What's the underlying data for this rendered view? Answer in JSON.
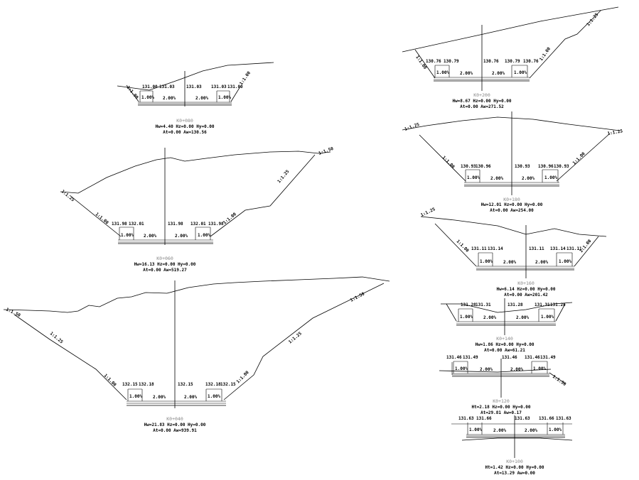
{
  "sections": [
    {
      "id": "k0-080",
      "station": "K0+080",
      "info1": "Hw=4.40 Hz=0.00 Hy=0.00",
      "info2": "At=0.00 Aw=130.56",
      "slope_left": "1:1.00",
      "slope_right": "1:1.00",
      "elevations": [
        "131.00",
        "131.03",
        "131.03",
        "131.03",
        "131.00"
      ],
      "grades": [
        "1.00%",
        "2.00%",
        "2.00%",
        "1.00%"
      ]
    },
    {
      "id": "k0-060",
      "station": "K0+060",
      "info1": "Hw=16.13 Hz=0.00 Hy=0.00",
      "info2": "At=0.00 Aw=519.27",
      "slope_left": "1:1.00",
      "slope_left_top": "1:1.25",
      "slope_right": "1:1.00",
      "slope_right_mid": "1:1.25",
      "slope_right_top": "1:1.50",
      "elevations": [
        "131.98",
        "132.01",
        "131.98",
        "132.01",
        "131.98"
      ],
      "grades": [
        "1.00%",
        "2.00%",
        "2.00%",
        "1.00%"
      ]
    },
    {
      "id": "k0-040",
      "station": "K0+040",
      "info1": "Hw=21.83 Hz=0.00 Hy=0.00",
      "info2": "At=0.00 Aw=939.91",
      "slope_left": "1:1.00",
      "slope_left_mid": "1:1.25",
      "slope_left_top": "1:1.50",
      "slope_right": "1:1.00",
      "slope_right_mid": "1:1.25",
      "slope_right_top": "1:1.50",
      "elevations": [
        "132.15",
        "132.18",
        "132.15",
        "132.18",
        "132.15"
      ],
      "grades": [
        "1.00%",
        "2.00%",
        "2.00%",
        "1.00%"
      ]
    },
    {
      "id": "k0-200",
      "station": "K0+200",
      "info1": "Hw=8.67 Hz=0.00 Hy=0.00",
      "info2": "At=0.00 Aw=271.52",
      "slope_left": "1:1.00",
      "slope_right": "1:1.00",
      "slope_right_top": "1:1.25",
      "elevations": [
        "130.76",
        "130.79",
        "130.76",
        "130.79",
        "130.76"
      ],
      "grades": [
        "1.00%",
        "2.00%",
        "2.00%",
        "1.00%"
      ]
    },
    {
      "id": "k0-180",
      "station": "K0+180",
      "info1": "Hw=12.01 Hz=0.00 Hy=0.00",
      "info2": "At=0.00 Aw=254.00",
      "slope_left": "1:1.00",
      "slope_left_top": "1:1.25",
      "slope_right": "1:1.00",
      "slope_right_top": "1:1.25",
      "elevations": [
        "130.93",
        "130.96",
        "130.93",
        "130.96",
        "130.93"
      ],
      "grades": [
        "1.00%",
        "2.00%",
        "2.00%",
        "1.00%"
      ]
    },
    {
      "id": "k0-160",
      "station": "K0+160",
      "info1": "Hw=6.14 Hz=0.00 Hy=0.00",
      "info2": "At=0.00 Aw=201.42",
      "slope_left": "1:1.00",
      "slope_left_top": "1:1.25",
      "slope_right": "1:1.00",
      "elevations": [
        "131.11",
        "131.14",
        "131.11",
        "131.14",
        "131.11"
      ],
      "grades": [
        "1.00%",
        "2.00%",
        "2.00%",
        "1.00%"
      ]
    },
    {
      "id": "k0-140",
      "station": "K0+140",
      "info1": "Hw=1.86 Hz=0.00 Hy=0.00",
      "info2": "At=0.00 Aw=61.21",
      "elevations": [
        "131.28",
        "131.31",
        "131.28",
        "131.31",
        "131.28"
      ],
      "grades": [
        "1.00%",
        "2.00%",
        "2.00%",
        "1.00%"
      ]
    },
    {
      "id": "k0-120",
      "station": "K0+120",
      "info1": "Ht=2.18 Hz=0.00 Hy=0.00",
      "info2": "At=29.81 Aw=0.17",
      "slope_right": "1:1.50",
      "elevations": [
        "131.46",
        "131.49",
        "131.46",
        "131.46",
        "131.49"
      ],
      "grades": [
        "1.00%",
        "2.00%",
        "2.00%",
        "1.00%"
      ]
    },
    {
      "id": "k0-100",
      "station": "K0+100",
      "info1": "Ht=1.42 Hz=0.00 Hy=0.00",
      "info2": "At=13.29 Aw=0.00",
      "elevations": [
        "131.63",
        "131.66",
        "131.63",
        "131.66",
        "131.63"
      ],
      "grades": [
        "1.00%",
        "2.00%",
        "2.00%",
        "1.00%"
      ]
    }
  ]
}
